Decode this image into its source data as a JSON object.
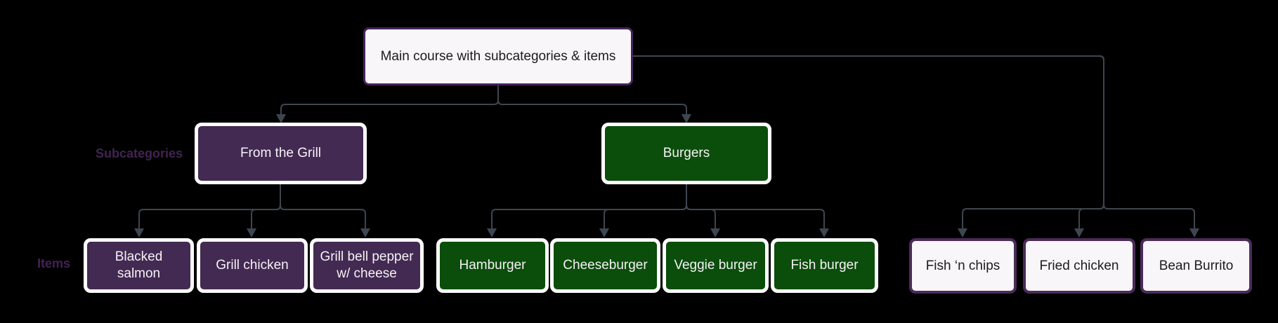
{
  "diagram": {
    "root": {
      "label": "Main course with subcategories & items"
    },
    "row_labels": {
      "subcategories": "Subcategories",
      "items": "Items"
    },
    "subcategories": [
      {
        "label": "From the Grill",
        "color": "purple"
      },
      {
        "label": "Burgers",
        "color": "green"
      }
    ],
    "items": {
      "from_the_grill": [
        {
          "label": "Blacked salmon",
          "color": "purple"
        },
        {
          "label": "Grill chicken",
          "color": "purple"
        },
        {
          "label": "Grill bell pepper w/ cheese",
          "color": "purple"
        }
      ],
      "burgers": [
        {
          "label": "Hamburger",
          "color": "green"
        },
        {
          "label": "Cheeseburger",
          "color": "green"
        },
        {
          "label": "Veggie burger",
          "color": "green"
        },
        {
          "label": "Fish burger",
          "color": "green"
        }
      ],
      "root_direct": [
        {
          "label": "Fish ‘n chips",
          "color": "light"
        },
        {
          "label": "Fried chicken",
          "color": "light"
        },
        {
          "label": "Bean Burrito",
          "color": "light"
        }
      ]
    },
    "colors": {
      "background": "#000000",
      "connector": "#3d464f",
      "purple_fill": "#432a52",
      "green_fill": "#0b4d0b",
      "light_fill": "#f8f6f8",
      "root_border": "#46245a",
      "light_item_border": "#4b2b59",
      "white_border": "#ffffff",
      "row_label_text": "#432353",
      "dark_text": "#1c1c1c",
      "light_text": "#f5f1f5"
    }
  }
}
